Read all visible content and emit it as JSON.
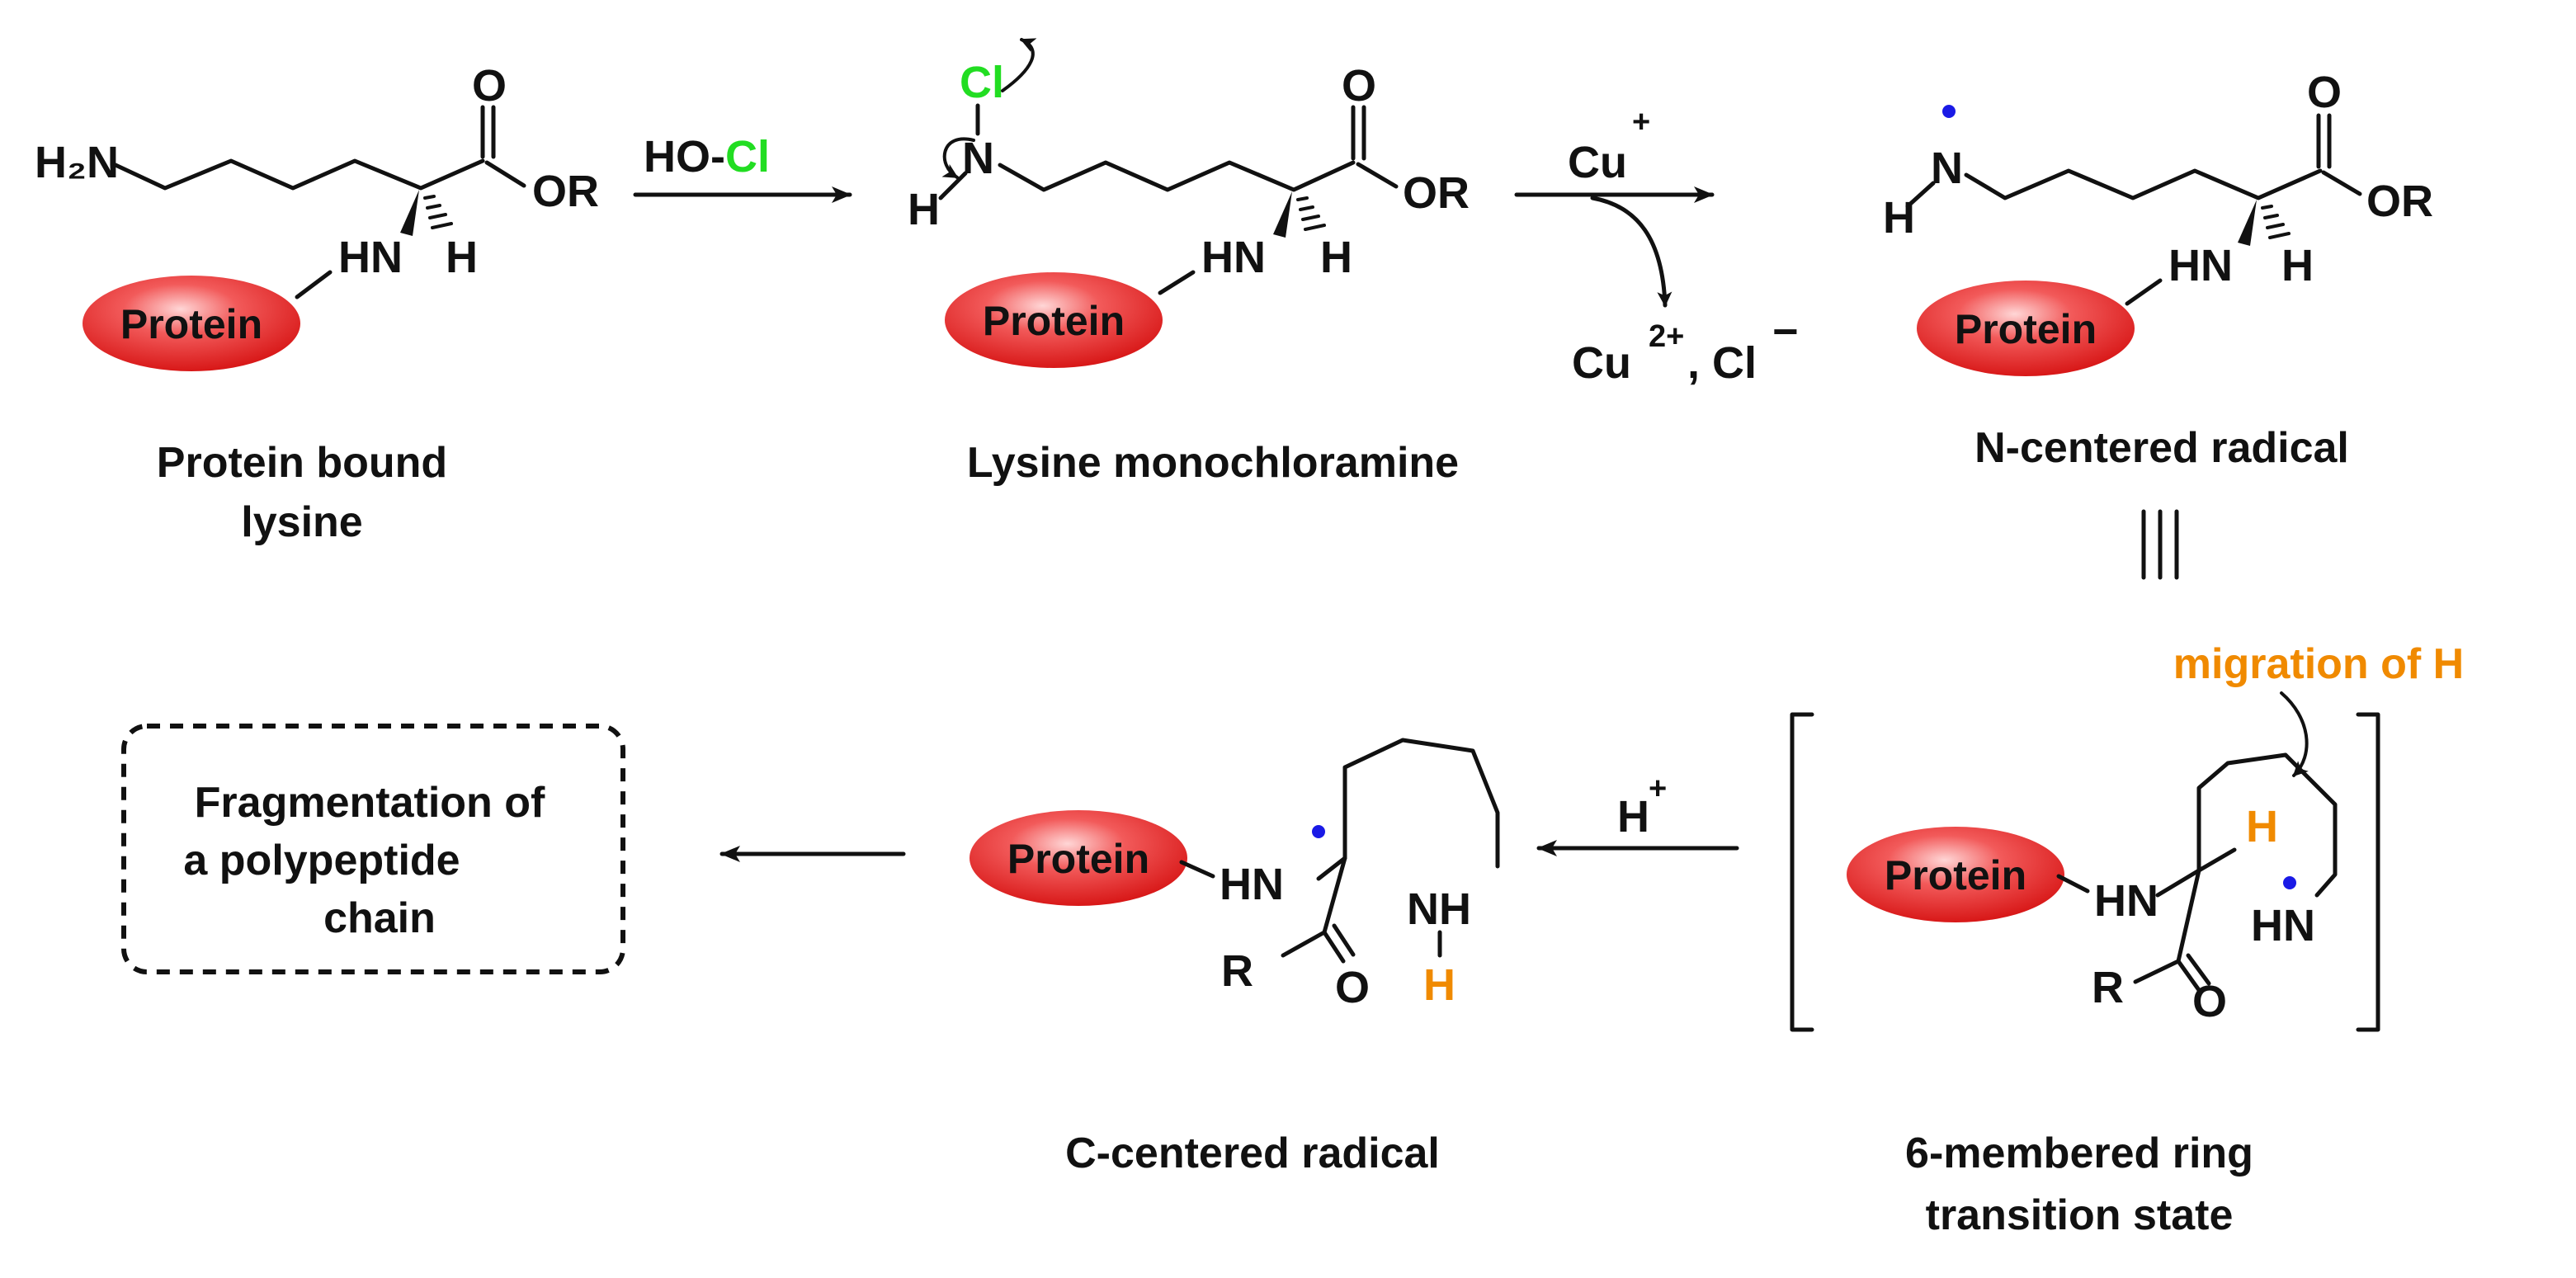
{
  "colors": {
    "chlorine": "#22DD22",
    "hydrogen_highlight": "#F08A00",
    "radical_dot": "#1A1AE6",
    "protein_fill": "#E32222",
    "ink": "#111111"
  },
  "labels": {
    "protein": "Protein",
    "h2n": "H₂N",
    "carbonyl_o": "O",
    "ester_or": "OR",
    "amide_hn": "HN",
    "h": "H",
    "n": "N",
    "cl": "Cl",
    "r": "R",
    "hn_ring": "HN",
    "nh": "NH"
  },
  "reagents": {
    "hocl_prefix": "HO-",
    "hocl_cl": "Cl",
    "cu_plus": "Cu",
    "cu_plus_charge": "+",
    "cu_products": "Cu",
    "cu_products_charge": "2+",
    "cu_products_sep": ", Cl",
    "cl_minus": "−",
    "h_plus": "H",
    "h_plus_charge": "+",
    "equivalence": "|||"
  },
  "captions": {
    "protein_bound_line1": "Protein bound",
    "protein_bound_line2": "lysine",
    "monochloramine": "Lysine monochloramine",
    "n_radical": "N-centered radical",
    "transition_line1": "6-membered ring",
    "transition_line2": "transition state",
    "c_radical": "C-centered radical",
    "migration": "migration of H"
  },
  "outcome": {
    "line1": "Fragmentation of",
    "line2": "a polypeptide",
    "line3": "chain"
  }
}
